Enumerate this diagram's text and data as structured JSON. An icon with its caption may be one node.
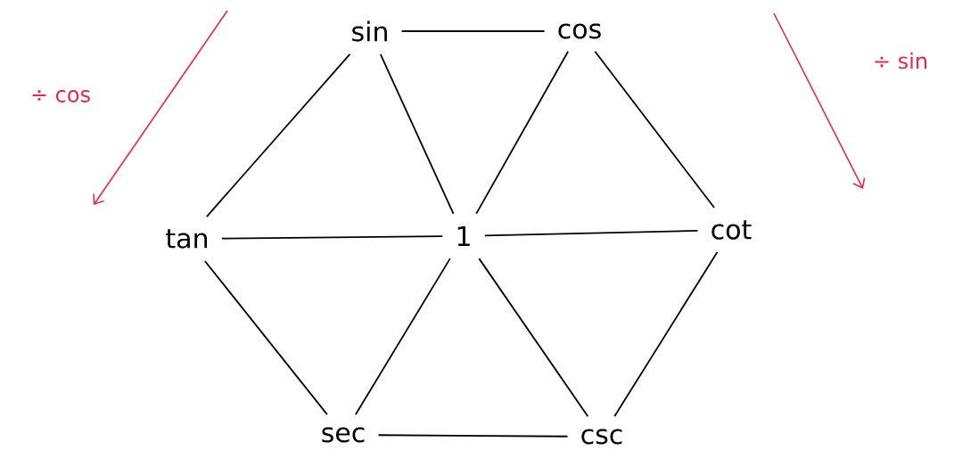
{
  "diagram": {
    "nodes": [
      {
        "text": [
          "sin"
        ]
      },
      {
        "text": [
          "cos"
        ]
      },
      {
        "text": [
          "tan"
        ]
      },
      {
        "text": [
          "1"
        ]
      },
      {
        "text": [
          "cot"
        ]
      },
      {
        "text": [
          "sec"
        ]
      },
      {
        "text": [
          "csc"
        ]
      }
    ],
    "edges": [
      {
        "from": 0,
        "to": 1,
        "arrow": "none"
      },
      {
        "from": 0,
        "to": 2,
        "arrow": "none"
      },
      {
        "from": 0,
        "to": 3,
        "arrow": "none"
      },
      {
        "from": 1,
        "to": 3,
        "arrow": "none"
      },
      {
        "from": 1,
        "to": 4,
        "arrow": "none"
      },
      {
        "from": 2,
        "to": 3,
        "arrow": "none"
      },
      {
        "from": 3,
        "to": 4,
        "arrow": "none"
      },
      {
        "from": 2,
        "to": 5,
        "arrow": "none"
      },
      {
        "from": 5,
        "to": 3,
        "arrow": "none"
      },
      {
        "from": 3,
        "to": 6,
        "arrow": "none"
      },
      {
        "from": 4,
        "to": 6,
        "arrow": "none"
      },
      {
        "from": 5,
        "to": 6,
        "arrow": "none"
      }
    ],
    "labels": [
      "÷ cos",
      "÷ sin"
    ]
  }
}
